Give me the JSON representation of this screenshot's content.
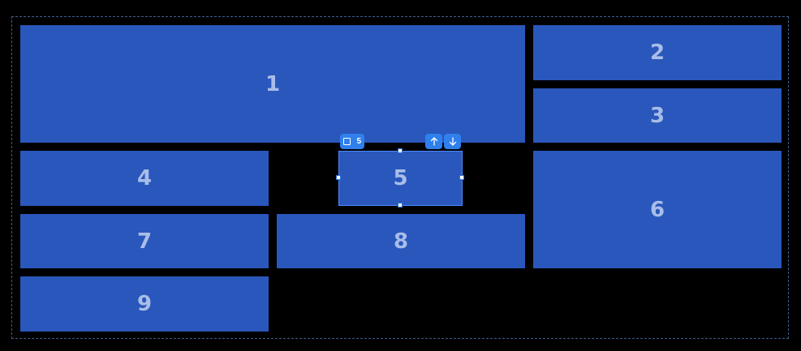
{
  "cells": [
    {
      "id": "1",
      "label": "1"
    },
    {
      "id": "2",
      "label": "2"
    },
    {
      "id": "3",
      "label": "3"
    },
    {
      "id": "4",
      "label": "4"
    },
    {
      "id": "5",
      "label": "5"
    },
    {
      "id": "6",
      "label": "6"
    },
    {
      "id": "7",
      "label": "7"
    },
    {
      "id": "8",
      "label": "8"
    },
    {
      "id": "9",
      "label": "9"
    }
  ],
  "selection": {
    "selected_label": "5",
    "select_icon": "square-select-icon",
    "move_up_icon": "arrow-up-icon",
    "move_down_icon": "arrow-down-icon"
  },
  "colors": {
    "background": "#000000",
    "cell": "#2a57bc",
    "cell_text": "#a8bde8",
    "accent": "#2f80ed"
  }
}
